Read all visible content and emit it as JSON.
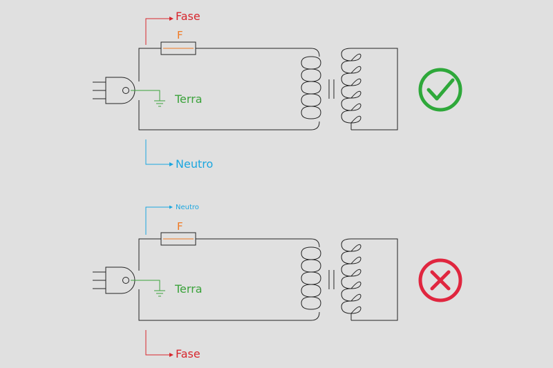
{
  "diagrams": [
    {
      "top_label": "Fase",
      "fuse_label": "F",
      "ground_label": "Terra",
      "bottom_label": "Neutro",
      "verdict": "correct"
    },
    {
      "top_label": "Neutro",
      "fuse_label": "F",
      "ground_label": "Terra",
      "bottom_label": "Fase",
      "verdict": "wrong"
    }
  ],
  "colors": {
    "background": "#e0e0e0",
    "fase": "#d7262d",
    "neutro": "#1aa6df",
    "terra": "#3aa23a",
    "fuse": "#f07820",
    "wire": "#222222",
    "check": "#2ea83a",
    "cross": "#e0263f"
  },
  "icons": {
    "correct": "check-circle-icon",
    "wrong": "x-circle-icon"
  }
}
